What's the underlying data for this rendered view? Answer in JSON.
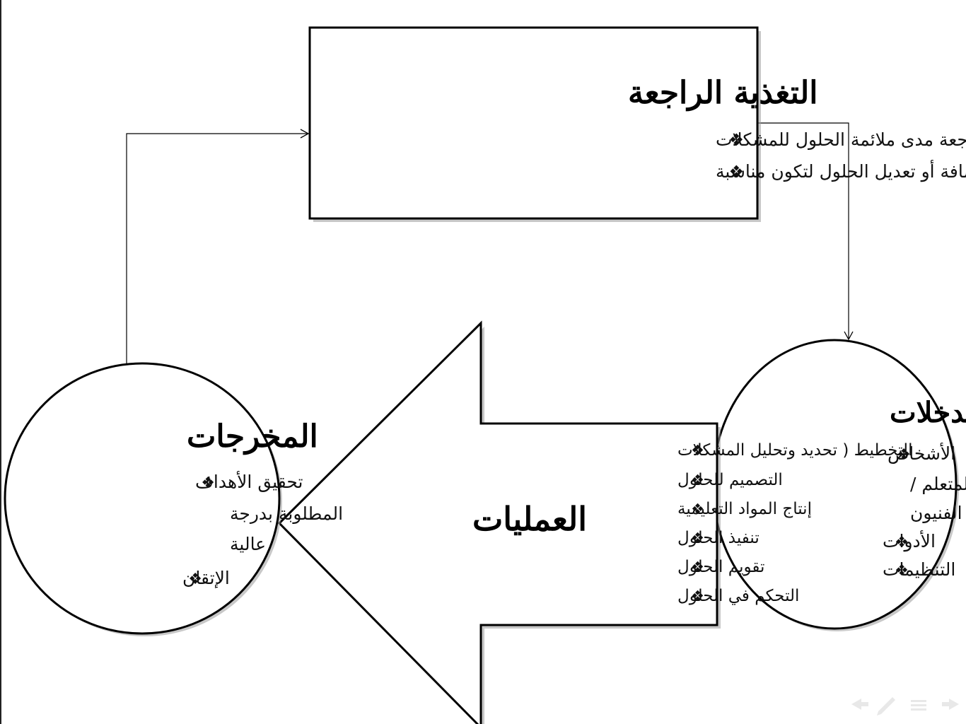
{
  "feedback": {
    "title": "التغذية الراجعة",
    "items": [
      "مراجعة مدى ملائمة الحلول للمشكلات",
      "إضافة أو تعديل الحلول لتكون مناسبة"
    ]
  },
  "inputs": {
    "title": "المدخلات",
    "items": [
      "الأشخاص",
      "(المعلم / المتعلم /",
      "الفنيون",
      "الأدوات",
      "التنظيمات"
    ]
  },
  "processes": {
    "title": "العمليات",
    "items": [
      "التخطيط ( تحديد وتحليل المشكلات",
      "التصميم للحلول",
      "إنتاج المواد التعليمية",
      "تنفيذ الحلول",
      "تقويم الحلول",
      "التحكم في الحلول"
    ]
  },
  "outputs": {
    "title": "المخرجات",
    "items": [
      "تحقيق الأهداف",
      "المطلوبة بدرجة",
      "عالية",
      "الإتقان"
    ]
  },
  "bullet_glyph": "❖",
  "colors": {
    "stroke": "#000000",
    "shadow": "#9a9a9a",
    "nav": "#bfbfbf"
  },
  "icons": [
    "previous-slide-icon",
    "pen-icon",
    "menu-icon",
    "next-slide-icon"
  ]
}
